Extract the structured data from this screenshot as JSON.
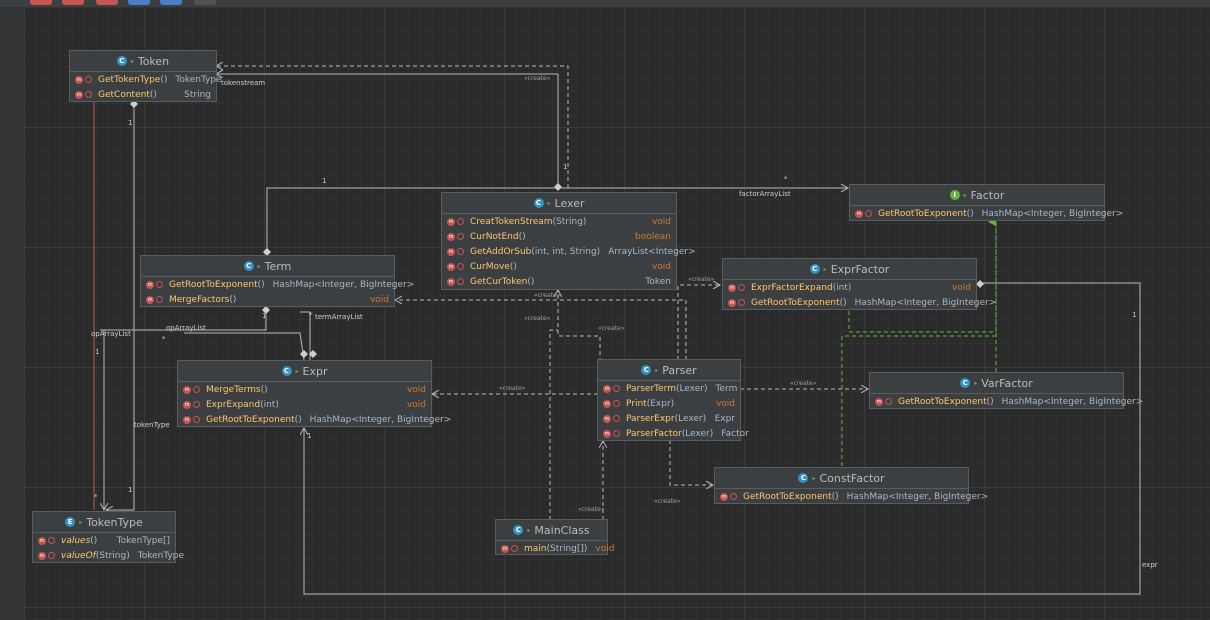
{
  "diagram": {
    "classes": {
      "token": {
        "name": "Token",
        "methods": [
          {
            "name": "GetTokenType",
            "params": "()",
            "ret": "TokenType"
          },
          {
            "name": "GetContent",
            "params": " ()",
            "ret": "String"
          }
        ]
      },
      "lexer": {
        "name": "Lexer",
        "methods": [
          {
            "name": "CreatTokenStream",
            "params": "(String)",
            "ret": "void"
          },
          {
            "name": "CurNotEnd",
            "params": " ()",
            "ret": "boolean"
          },
          {
            "name": "GetAddOrSub",
            "params": "(int,  int,  String)",
            "ret": "ArrayList<Integer>"
          },
          {
            "name": "CurMove",
            "params": "()",
            "ret": "void"
          },
          {
            "name": "GetCurToken",
            "params": "()",
            "ret": "Token"
          }
        ]
      },
      "factor": {
        "name": "Factor",
        "methods": [
          {
            "name": "GetRootToExponent",
            "params": " ()",
            "ret": "HashMap<Integer,  BigInteger>"
          }
        ]
      },
      "term": {
        "name": "Term",
        "methods": [
          {
            "name": "GetRootToExponent",
            "params": " ()",
            "ret": "HashMap<Integer,  BigInteger>"
          },
          {
            "name": "MergeFactors",
            "params": "()",
            "ret": "void"
          }
        ]
      },
      "exprfactor": {
        "name": "ExprFactor",
        "methods": [
          {
            "name": "ExprFactorExpand",
            "params": " (int)",
            "ret": "void"
          },
          {
            "name": "GetRootToExponent",
            "params": " ()",
            "ret": "HashMap<Integer,  BigInteger>"
          }
        ]
      },
      "expr": {
        "name": "Expr",
        "methods": [
          {
            "name": "MergeTerms",
            "params": "()",
            "ret": "void"
          },
          {
            "name": "ExprExpand",
            "params": " (int)",
            "ret": "void"
          },
          {
            "name": "GetRootToExponent",
            "params": " ()",
            "ret": "HashMap<Integer,  BigInteger>"
          }
        ]
      },
      "parser": {
        "name": "Parser",
        "methods": [
          {
            "name": "ParserTerm",
            "params": "(Lexer)",
            "ret": "Term"
          },
          {
            "name": "Print",
            "params": " (Expr)",
            "ret": "void"
          },
          {
            "name": "ParserExpr",
            "params": "(Lexer)",
            "ret": "Expr"
          },
          {
            "name": "ParserFactor",
            "params": "(Lexer)",
            "ret": "Factor"
          }
        ]
      },
      "varfactor": {
        "name": "VarFactor",
        "methods": [
          {
            "name": "GetRootToExponent",
            "params": " ()",
            "ret": "HashMap<Integer,  BigInteger>"
          }
        ]
      },
      "constfactor": {
        "name": "ConstFactor",
        "methods": [
          {
            "name": "GetRootToExponent",
            "params": " ()",
            "ret": "HashMap<Integer,  BigInteger>"
          }
        ]
      },
      "mainclass": {
        "name": "MainClass",
        "methods": [
          {
            "name": "main",
            "params": "(String[])",
            "ret": "void"
          }
        ]
      },
      "tokentype": {
        "name": "TokenType",
        "methods": [
          {
            "name": "values",
            "params": "()",
            "ret": "TokenType[]"
          },
          {
            "name": "valueOf",
            "params": "(String)",
            "ret": "TokenType"
          }
        ]
      }
    },
    "labels": {
      "tokenstream": "tokenstream",
      "factorArrayList": "factorArrayList",
      "opArrayList_left": "opArrayList",
      "opArrayList_mid": "opArrayList",
      "termArrayList": "termArrayList",
      "tokenType": "tokenType",
      "expr": "expr"
    },
    "stereotype": "«create»",
    "multiplicities": {
      "one": "1",
      "many": "*"
    },
    "colors": {
      "background": "#2b2b2b",
      "class_fill": "#3c3f41",
      "class_border": "#5a5d5f",
      "class_icon": "#3592c4",
      "interface_icon": "#62b543",
      "method_icon": "#c75450",
      "method_name": "#ffc66d",
      "keyword": "#cc7832",
      "edge": "#b8b8b8",
      "realization": "#62b543",
      "enum_reference": "#c75450"
    },
    "icons": [
      "class-icon",
      "interface-icon",
      "enum-icon",
      "method-icon",
      "lock-icon"
    ]
  }
}
